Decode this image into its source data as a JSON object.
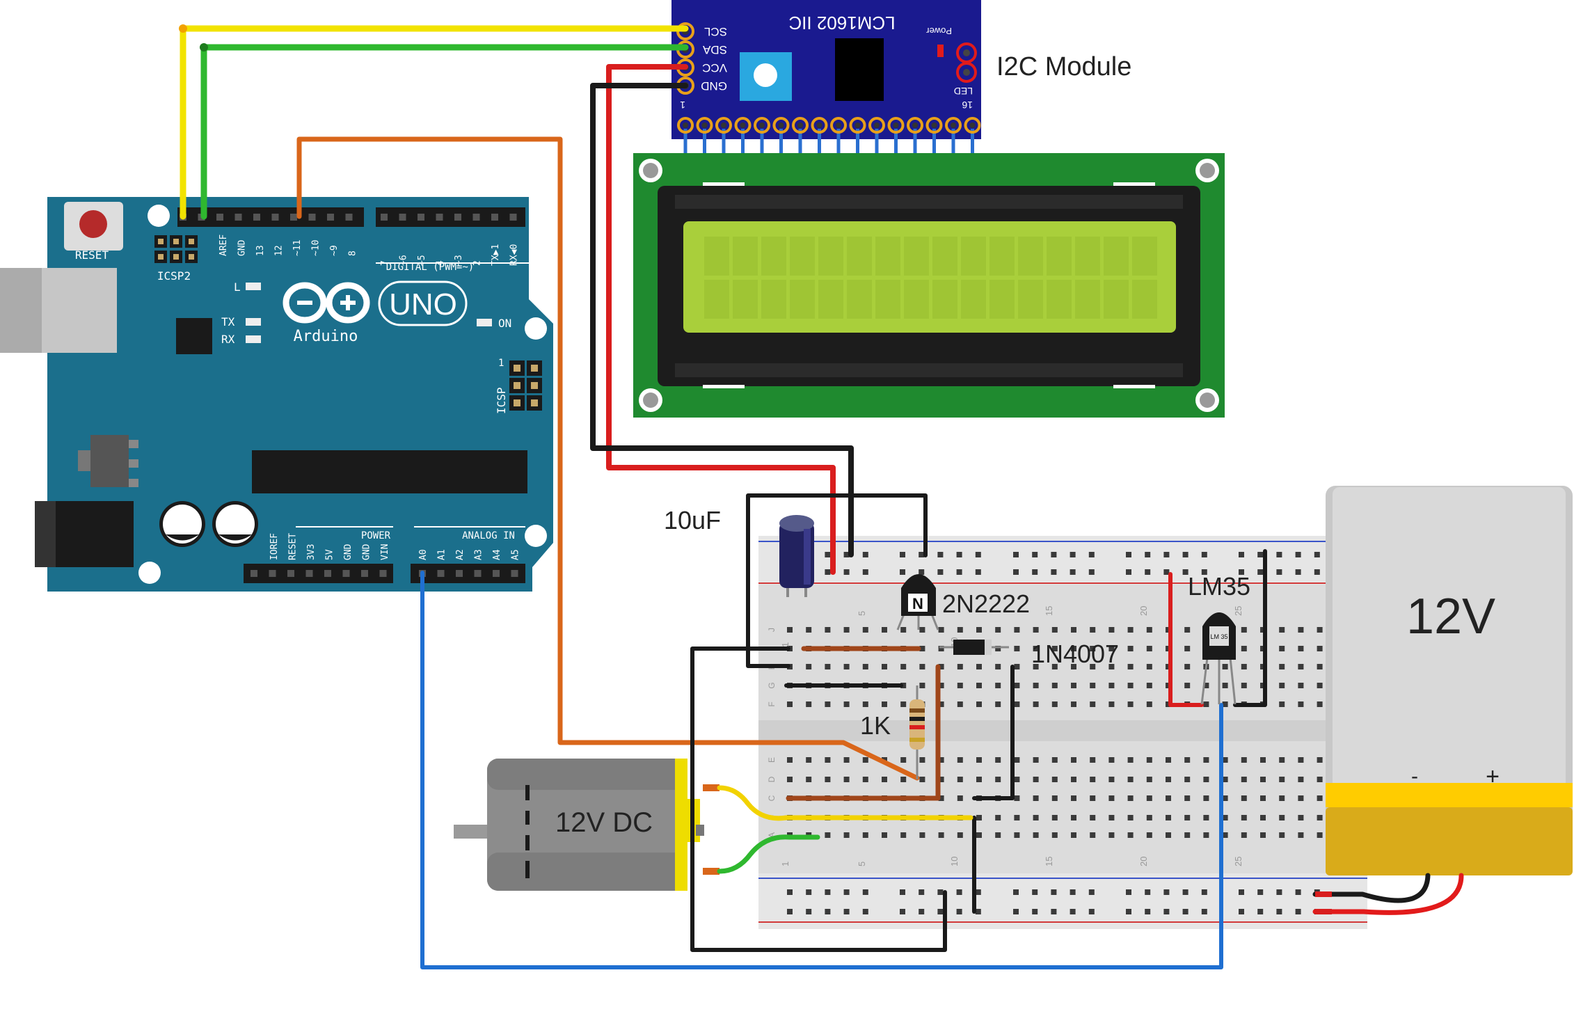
{
  "labels": {
    "i2c_module": "I2C Module",
    "capacitor": "10uF",
    "transistor": "2N2222",
    "diode": "1N4007",
    "resistor": "1K",
    "sensor": "LM35",
    "motor": "12V DC",
    "battery": "12V",
    "battery_minus": "-",
    "battery_plus": "+"
  },
  "i2c_board": {
    "title": "LCM1602 IIC",
    "pin_scl": "SCL",
    "pin_sda": "SDA",
    "pin_vcc": "VCC",
    "pin_gnd": "GND",
    "power": "Power",
    "led": "LED",
    "pin1": "1",
    "pin16": "16"
  },
  "arduino": {
    "reset": "RESET",
    "icsp2": "ICSP2",
    "icsp": "ICSP",
    "brand": "Arduino",
    "model": "UNO",
    "on": "ON",
    "l": "L",
    "tx": "TX",
    "rx": "RX",
    "digital": "DIGITAL (PWM=~)",
    "power": "POWER",
    "analog_in": "ANALOG IN",
    "top_pins": [
      "AREF",
      "GND",
      "13",
      "12",
      "~11",
      "~10",
      "~9",
      "8",
      "7",
      "~6",
      "~5",
      "4",
      "~3",
      "2",
      "TX▶1",
      "RX◀0"
    ],
    "power_pins": [
      "IOREF",
      "RESET",
      "3V3",
      "5V",
      "GND",
      "GND",
      "VIN"
    ],
    "analog_pins": [
      "A0",
      "A1",
      "A2",
      "A3",
      "A4",
      "A5"
    ]
  },
  "transistor_mark": "N",
  "sensor_mark": "LM 35",
  "breadboard": {
    "col_numbers": [
      "1",
      "5",
      "10",
      "15",
      "20",
      "25"
    ],
    "row_letters_top": [
      "J",
      "I",
      "H",
      "G",
      "F"
    ],
    "row_letters_bottom": [
      "E",
      "D",
      "C",
      "B",
      "A"
    ]
  },
  "colors": {
    "arduino_board": "#1b6f8c",
    "lcd_board": "#1f8a2f",
    "lcd_screen": "#a9cf3b",
    "i2c_board": "#1a1a8f",
    "wire_yellow": "#f2e300",
    "wire_green": "#2fb82f",
    "wire_red": "#d91e1e",
    "wire_black": "#1a1a1a",
    "wire_orange": "#d9661a",
    "wire_blue": "#1f6fd1",
    "battery_band": "#ffcc00"
  }
}
